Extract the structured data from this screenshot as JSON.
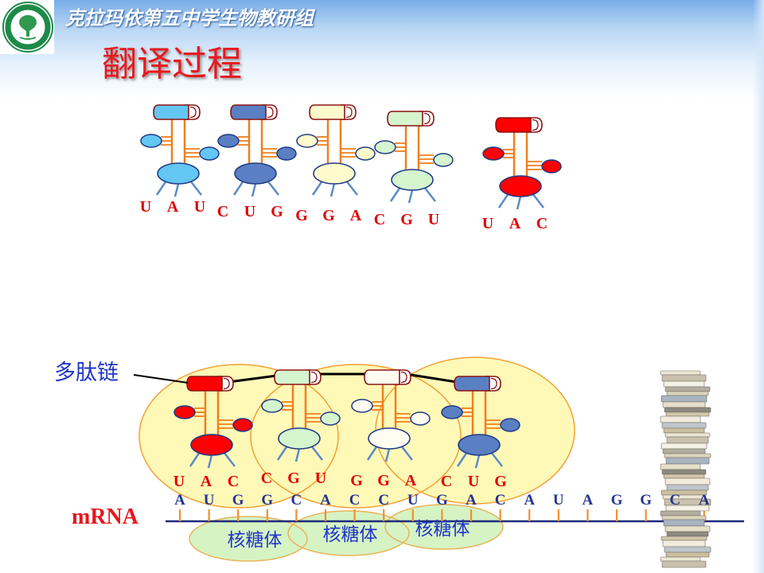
{
  "header": {
    "title": "克拉玛依第五中学生物教研组"
  },
  "slide": {
    "title": "翻译过程"
  },
  "free_trnas": [
    {
      "color": "#63c6f3",
      "anticodon": [
        "U",
        "A",
        "U"
      ]
    },
    {
      "color": "#5a7fc2",
      "anticodon": [
        "C",
        "U",
        "G"
      ]
    },
    {
      "color": "#fffbcc",
      "anticodon": [
        "G",
        "G",
        "A"
      ]
    },
    {
      "color": "#d5f5cf",
      "anticodon": [
        "C",
        "G",
        "U"
      ]
    },
    {
      "color": "#ff0000",
      "anticodon": [
        "U",
        "A",
        "C"
      ]
    }
  ],
  "ribosome_trnas": [
    {
      "color": "#ff0000",
      "anticodon": [
        "U",
        "A",
        "C"
      ]
    },
    {
      "color": "#d5f5cf",
      "anticodon": [
        "C",
        "G",
        "U"
      ]
    },
    {
      "color": "#fffdf2",
      "anticodon": [
        "G",
        "G",
        "A"
      ]
    },
    {
      "color": "#5a7fc2",
      "anticodon": [
        "C",
        "U",
        "G"
      ]
    }
  ],
  "polypeptide": {
    "label": "多肽链"
  },
  "mrna": {
    "label": "mRNA",
    "sequence": [
      "A",
      "U",
      "G",
      "G",
      "C",
      "A",
      "C",
      "C",
      "U",
      "G",
      "A",
      "C",
      "A",
      "U",
      "A",
      "G",
      "G",
      "C",
      "A"
    ]
  },
  "ribosomes": [
    {
      "label": "核糖体"
    },
    {
      "label": "核糖体"
    },
    {
      "label": "核糖体"
    }
  ],
  "colors": {
    "title": "#e8191f",
    "header_text": "#ffffff",
    "anticodon_text": "#e00000",
    "mrna_base_text": "#23348f",
    "label_blue": "#1f35c8",
    "mrna_label": "#e8161b",
    "stem": "#f07f1e",
    "ribosome_large": "#fff9b8",
    "ribosome_small": "#d6f3c4"
  }
}
